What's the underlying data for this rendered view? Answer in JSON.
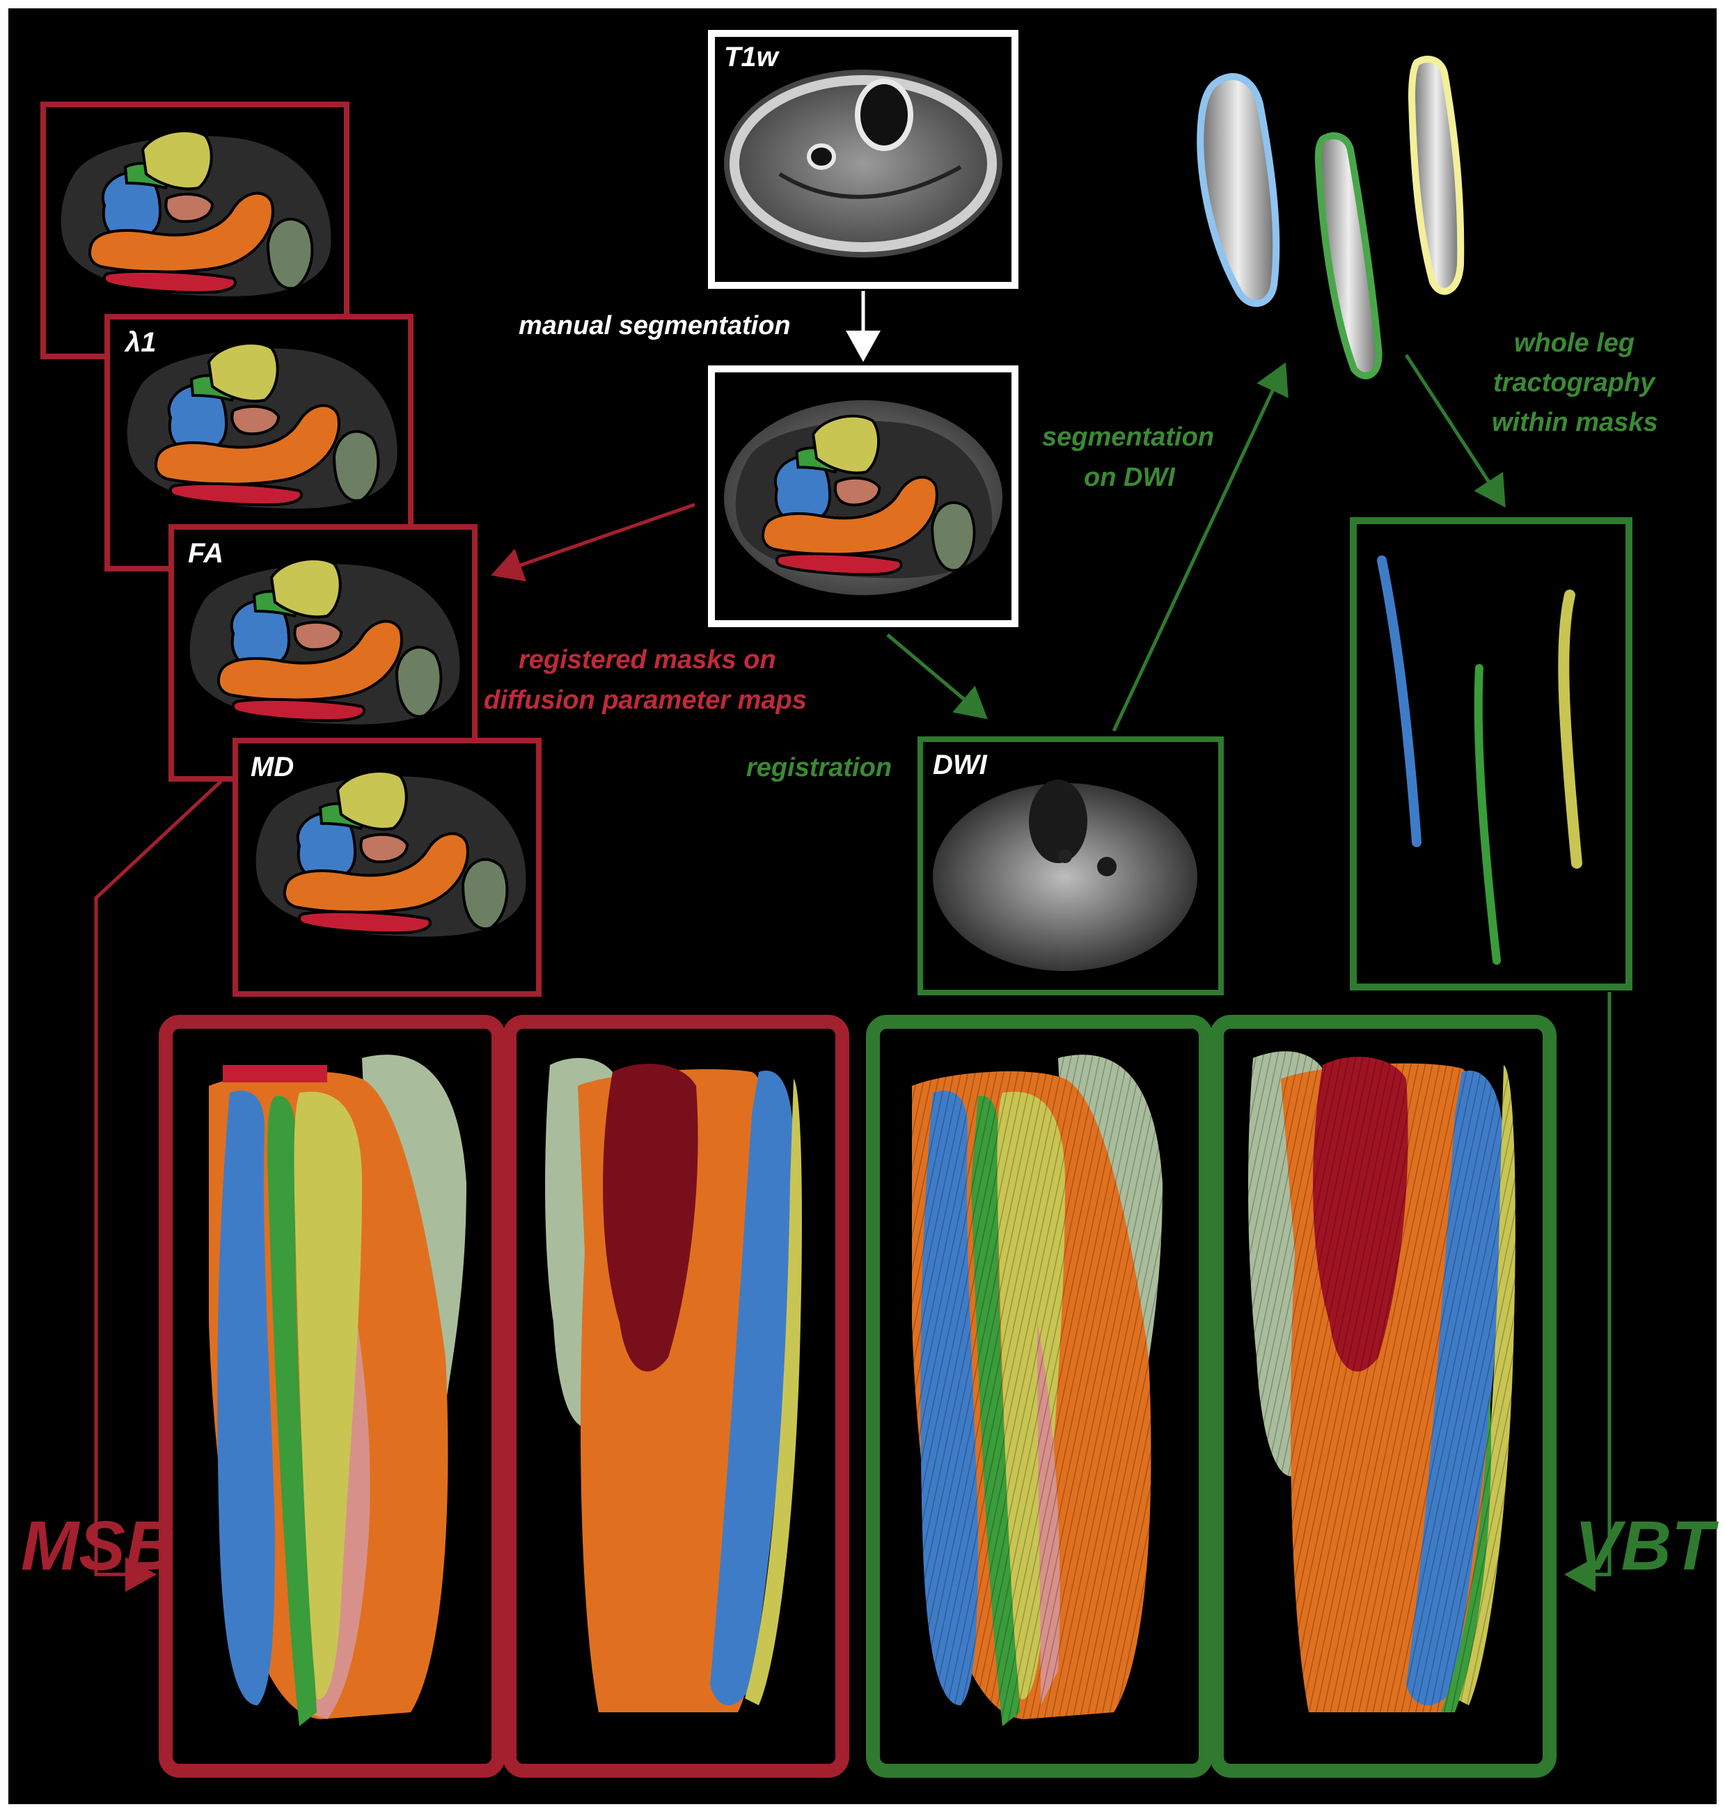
{
  "colors": {
    "background": "#000000",
    "msb_red": "#a3202f",
    "vbt_green": "#2f7a2f",
    "mask_green_text": "#3a8a34",
    "white": "#ffffff",
    "muscle_blue": "#3f7cc8",
    "muscle_green": "#3a9c3a",
    "muscle_yellow": "#c9c553",
    "muscle_salmon": "#c07660",
    "muscle_orange": "#e0701f",
    "muscle_gray_green": "#6d7f62",
    "muscle_red": "#c41e35",
    "muscle_sage": "#a9bd9c"
  },
  "labels": {
    "t1w": "T1w",
    "manual_segmentation": "manual segmentation",
    "lambda1": "λ1",
    "fa": "FA",
    "md": "MD",
    "registered_masks_line1": "registered masks on",
    "registered_masks_line2": "diffusion parameter maps",
    "registration": "registration",
    "dwi": "DWI",
    "segmentation_dwi_line1": "segmentation",
    "segmentation_dwi_line2": "on DWI",
    "tractography_line1": "whole leg",
    "tractography_line2": "tractography",
    "tractography_line3": "within masks",
    "msb": "MSB",
    "vbt": "VBT"
  }
}
